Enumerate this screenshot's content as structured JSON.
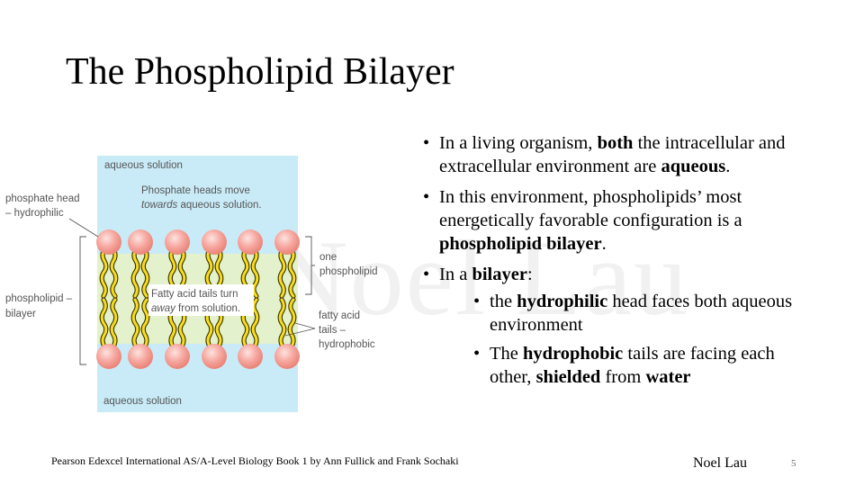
{
  "watermark": "Noel Lau",
  "title": "The Phospholipid Bilayer",
  "figure": {
    "labels": {
      "aqueous_top": "aqueous solution",
      "aqueous_bottom": "aqueous solution",
      "heads_move_1": "Phosphate heads move",
      "heads_move_2_italic": "towards",
      "heads_move_2_rest": " aqueous solution.",
      "phosphate_head_1": "phosphate head",
      "phosphate_head_2": "– hydrophilic",
      "bilayer_1": "phospholipid –",
      "bilayer_2": "bilayer",
      "one_phospholipid_1": "one",
      "one_phospholipid_2": "phospholipid",
      "tails_turn_1": "Fatty acid tails turn",
      "tails_turn_2_italic": "away",
      "tails_turn_2_rest": " from solution.",
      "fatty_acid_1": "fatty acid",
      "fatty_acid_2": "tails –",
      "fatty_acid_3": "hydrophobic"
    },
    "colors": {
      "aqueous": "#c9ebf7",
      "lipid_core": "#e3f2cc",
      "head": "#f4a7a0",
      "tail": "#f7dc1e"
    },
    "head_count_per_layer": 6
  },
  "bullets": [
    {
      "parts": [
        {
          "t": "In a living organism, ",
          "b": false
        },
        {
          "t": "both",
          "b": true
        },
        {
          "t": " the intracellular and extracellular environment are ",
          "b": false
        },
        {
          "t": "aqueous",
          "b": true
        },
        {
          "t": ".",
          "b": false
        }
      ]
    },
    {
      "parts": [
        {
          "t": "In this environment, phospholipids’ most energetically favorable configuration is a ",
          "b": false
        },
        {
          "t": "phospholipid bilayer",
          "b": true
        },
        {
          "t": ".",
          "b": false
        }
      ]
    },
    {
      "parts": [
        {
          "t": "In a ",
          "b": false
        },
        {
          "t": "bilayer",
          "b": true
        },
        {
          "t": ":",
          "b": false
        }
      ],
      "sub": [
        {
          "parts": [
            {
              "t": "the ",
              "b": false
            },
            {
              "t": "hydrophilic",
              "b": true
            },
            {
              "t": " head faces both aqueous environment",
              "b": false
            }
          ]
        },
        {
          "parts": [
            {
              "t": "The ",
              "b": false
            },
            {
              "t": "hydrophobic",
              "b": true
            },
            {
              "t": " tails are facing each other, ",
              "b": false
            },
            {
              "t": "shielded",
              "b": true
            },
            {
              "t": " from ",
              "b": false
            },
            {
              "t": "water",
              "b": true
            }
          ]
        }
      ]
    }
  ],
  "footer": {
    "source": "Pearson Edexcel International AS/A-Level Biology Book 1 by Ann Fullick and Frank Sochaki",
    "author": "Noel Lau",
    "page_number": "5"
  }
}
